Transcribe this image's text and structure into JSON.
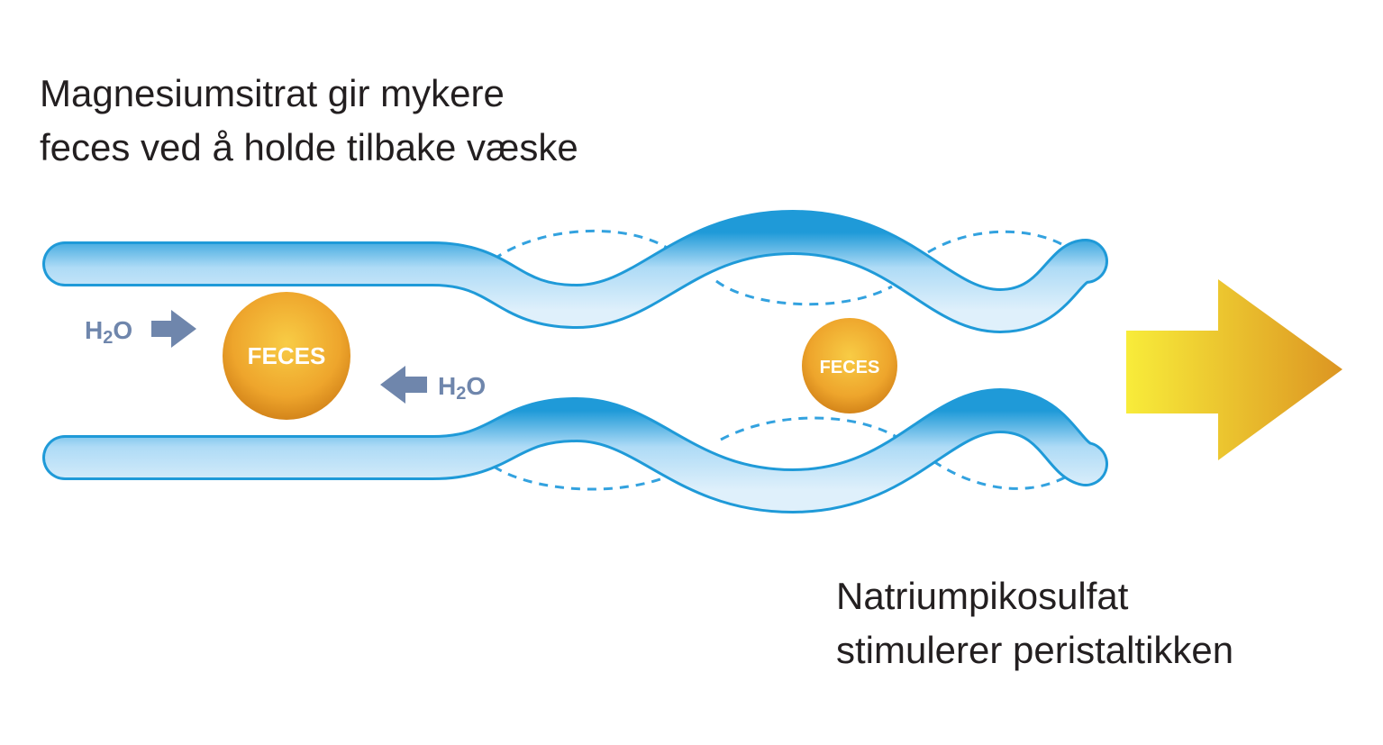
{
  "captions": {
    "top": [
      "Magnesiumsitrat gir mykere",
      "feces ved å holde tilbake væske"
    ],
    "bottom": [
      "Natriumpikosulfat",
      "stimulerer peristaltikken"
    ]
  },
  "labels": {
    "feces_large": "FECES",
    "feces_small": "FECES",
    "water_left": {
      "main": "H",
      "sub": "2",
      "end": "O"
    },
    "water_right": {
      "main": "H",
      "sub": "2",
      "end": "O"
    }
  },
  "colors": {
    "tube_light": "#ddeefa",
    "tube_mid": "#7cc2ee",
    "tube_dark": "#1f9ad8",
    "feces_light": "#f7c843",
    "feces_dark": "#d98a14",
    "water_arrow": "#6f86ac",
    "big_arrow_start": "#f8ec3a",
    "big_arrow_end": "#dc9522",
    "text": "#231f20"
  },
  "icons": {
    "water_arrow_right": "arrow-right-icon",
    "water_arrow_left": "arrow-left-icon",
    "direction_arrow": "big-arrow-right-icon"
  }
}
